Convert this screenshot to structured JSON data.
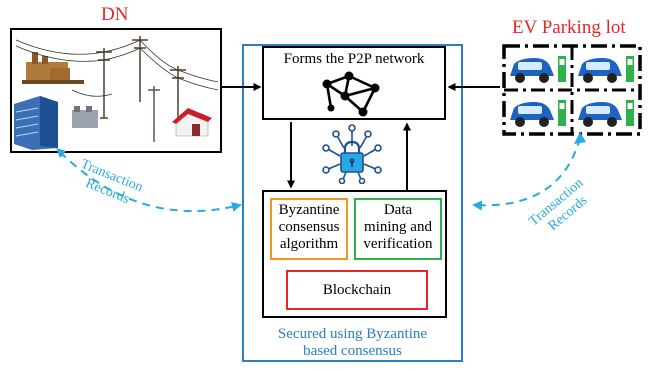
{
  "left_node": {
    "title": "DN"
  },
  "right_node": {
    "title": "EV Parking lot"
  },
  "network_box": {
    "label": "Forms the P2P network"
  },
  "consensus_box": {
    "label_line1": "Byzantine",
    "label_line2": "consensus",
    "label_line3": "algorithm"
  },
  "mining_box": {
    "label_line1": "Data",
    "label_line2": "mining and",
    "label_line3": "verification"
  },
  "blockchain_box": {
    "label": "Blockchain"
  },
  "container": {
    "caption_line1": "Secured using Byzantine",
    "caption_line2": "based consensus"
  },
  "left_arc": {
    "label_line1": "Transaction",
    "label_line2": "Records"
  },
  "right_arc": {
    "label_line1": "Transaction",
    "label_line2": "Records"
  },
  "colors": {
    "title_red": "#e8262a",
    "container_blue": "#2a7fc1",
    "arc_cyan": "#27aae1",
    "consensus_orange": "#f7941d",
    "mining_green": "#2fb24a",
    "blockchain_red": "#e8262a"
  },
  "icons": [
    "power-grid-icon",
    "p2p-network-icon",
    "lock-circuit-icon",
    "ev-charging-icon"
  ]
}
